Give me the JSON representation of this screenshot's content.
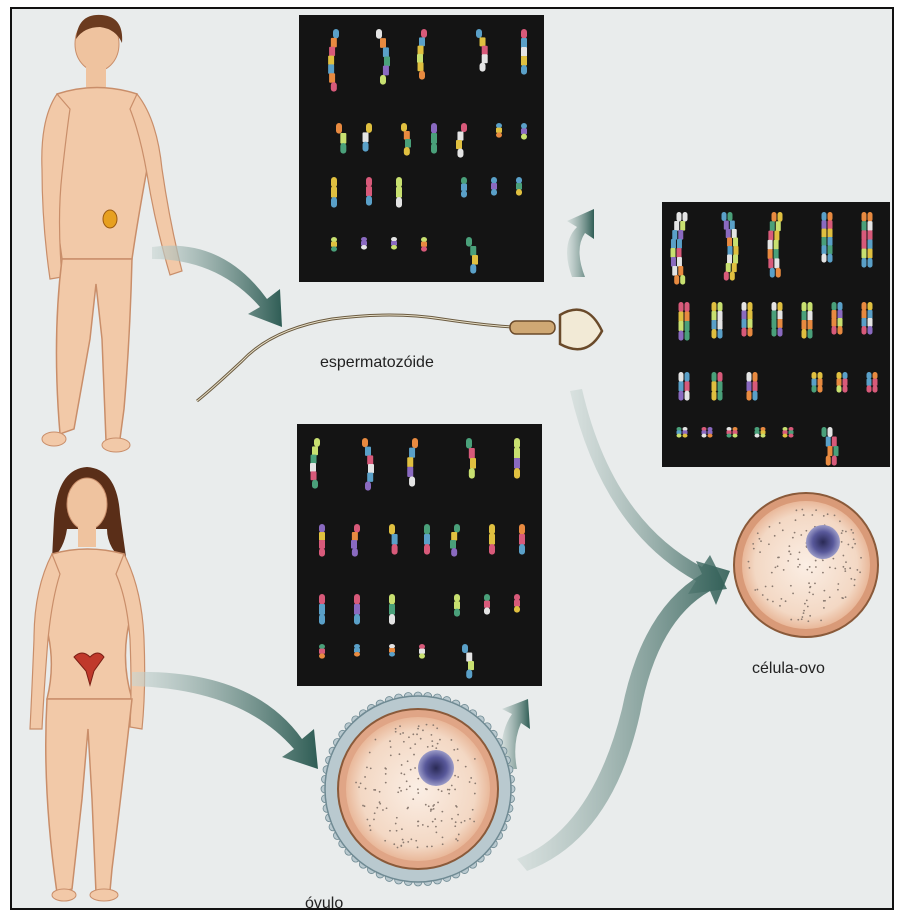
{
  "labels": {
    "sperm": "espermatozóide",
    "egg": "óvulo",
    "zygote": "célula-ovo"
  },
  "colors": {
    "background": "#e9ecec",
    "karyotype_panel": "#141414",
    "arrow": "#3f6b63",
    "skin": "#f0c9a6",
    "cell_cytoplasm": "#f3dccb",
    "cell_nucleus": "#5c5a8a"
  },
  "figures": [
    {
      "name": "male-figure",
      "icon": "human-male-icon"
    },
    {
      "name": "female-figure",
      "icon": "human-female-icon"
    }
  ],
  "karyotypes": [
    {
      "name": "male-gamete-karyotype",
      "type": "haploid"
    },
    {
      "name": "female-gamete-karyotype",
      "type": "haploid"
    },
    {
      "name": "zygote-karyotype",
      "type": "diploid"
    }
  ]
}
